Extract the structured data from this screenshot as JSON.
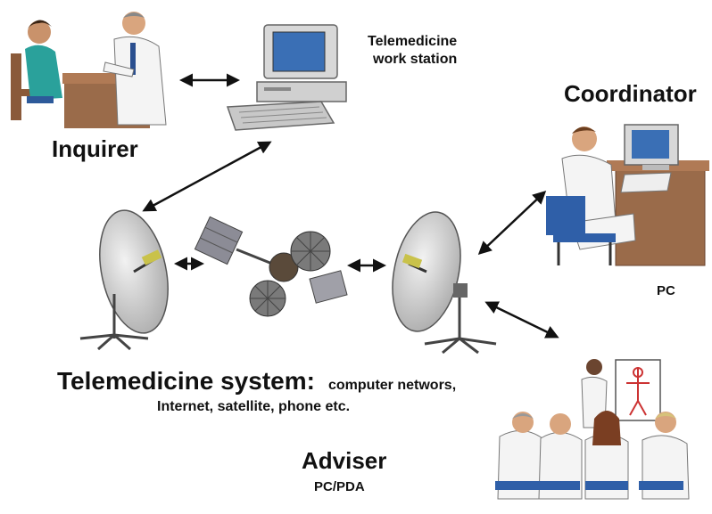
{
  "labels": {
    "workstation_line1": "Telemedicine",
    "workstation_line2": "work station",
    "inquirer": "Inquirer",
    "coordinator": "Coordinator",
    "pc": "PC",
    "system_title": "Telemedicine system:",
    "system_detail1": "computer networs,",
    "system_detail2": "Internet, satellite, phone etc.",
    "adviser": "Adviser",
    "adviser_device": "PC/PDA"
  },
  "colors": {
    "arrow": "#111111",
    "dish": "#c7c7c7",
    "screen": "#3a6fb5",
    "desk": "#9a6b4a",
    "chair": "#2f5fa8",
    "coat": "#f4f4f4"
  }
}
